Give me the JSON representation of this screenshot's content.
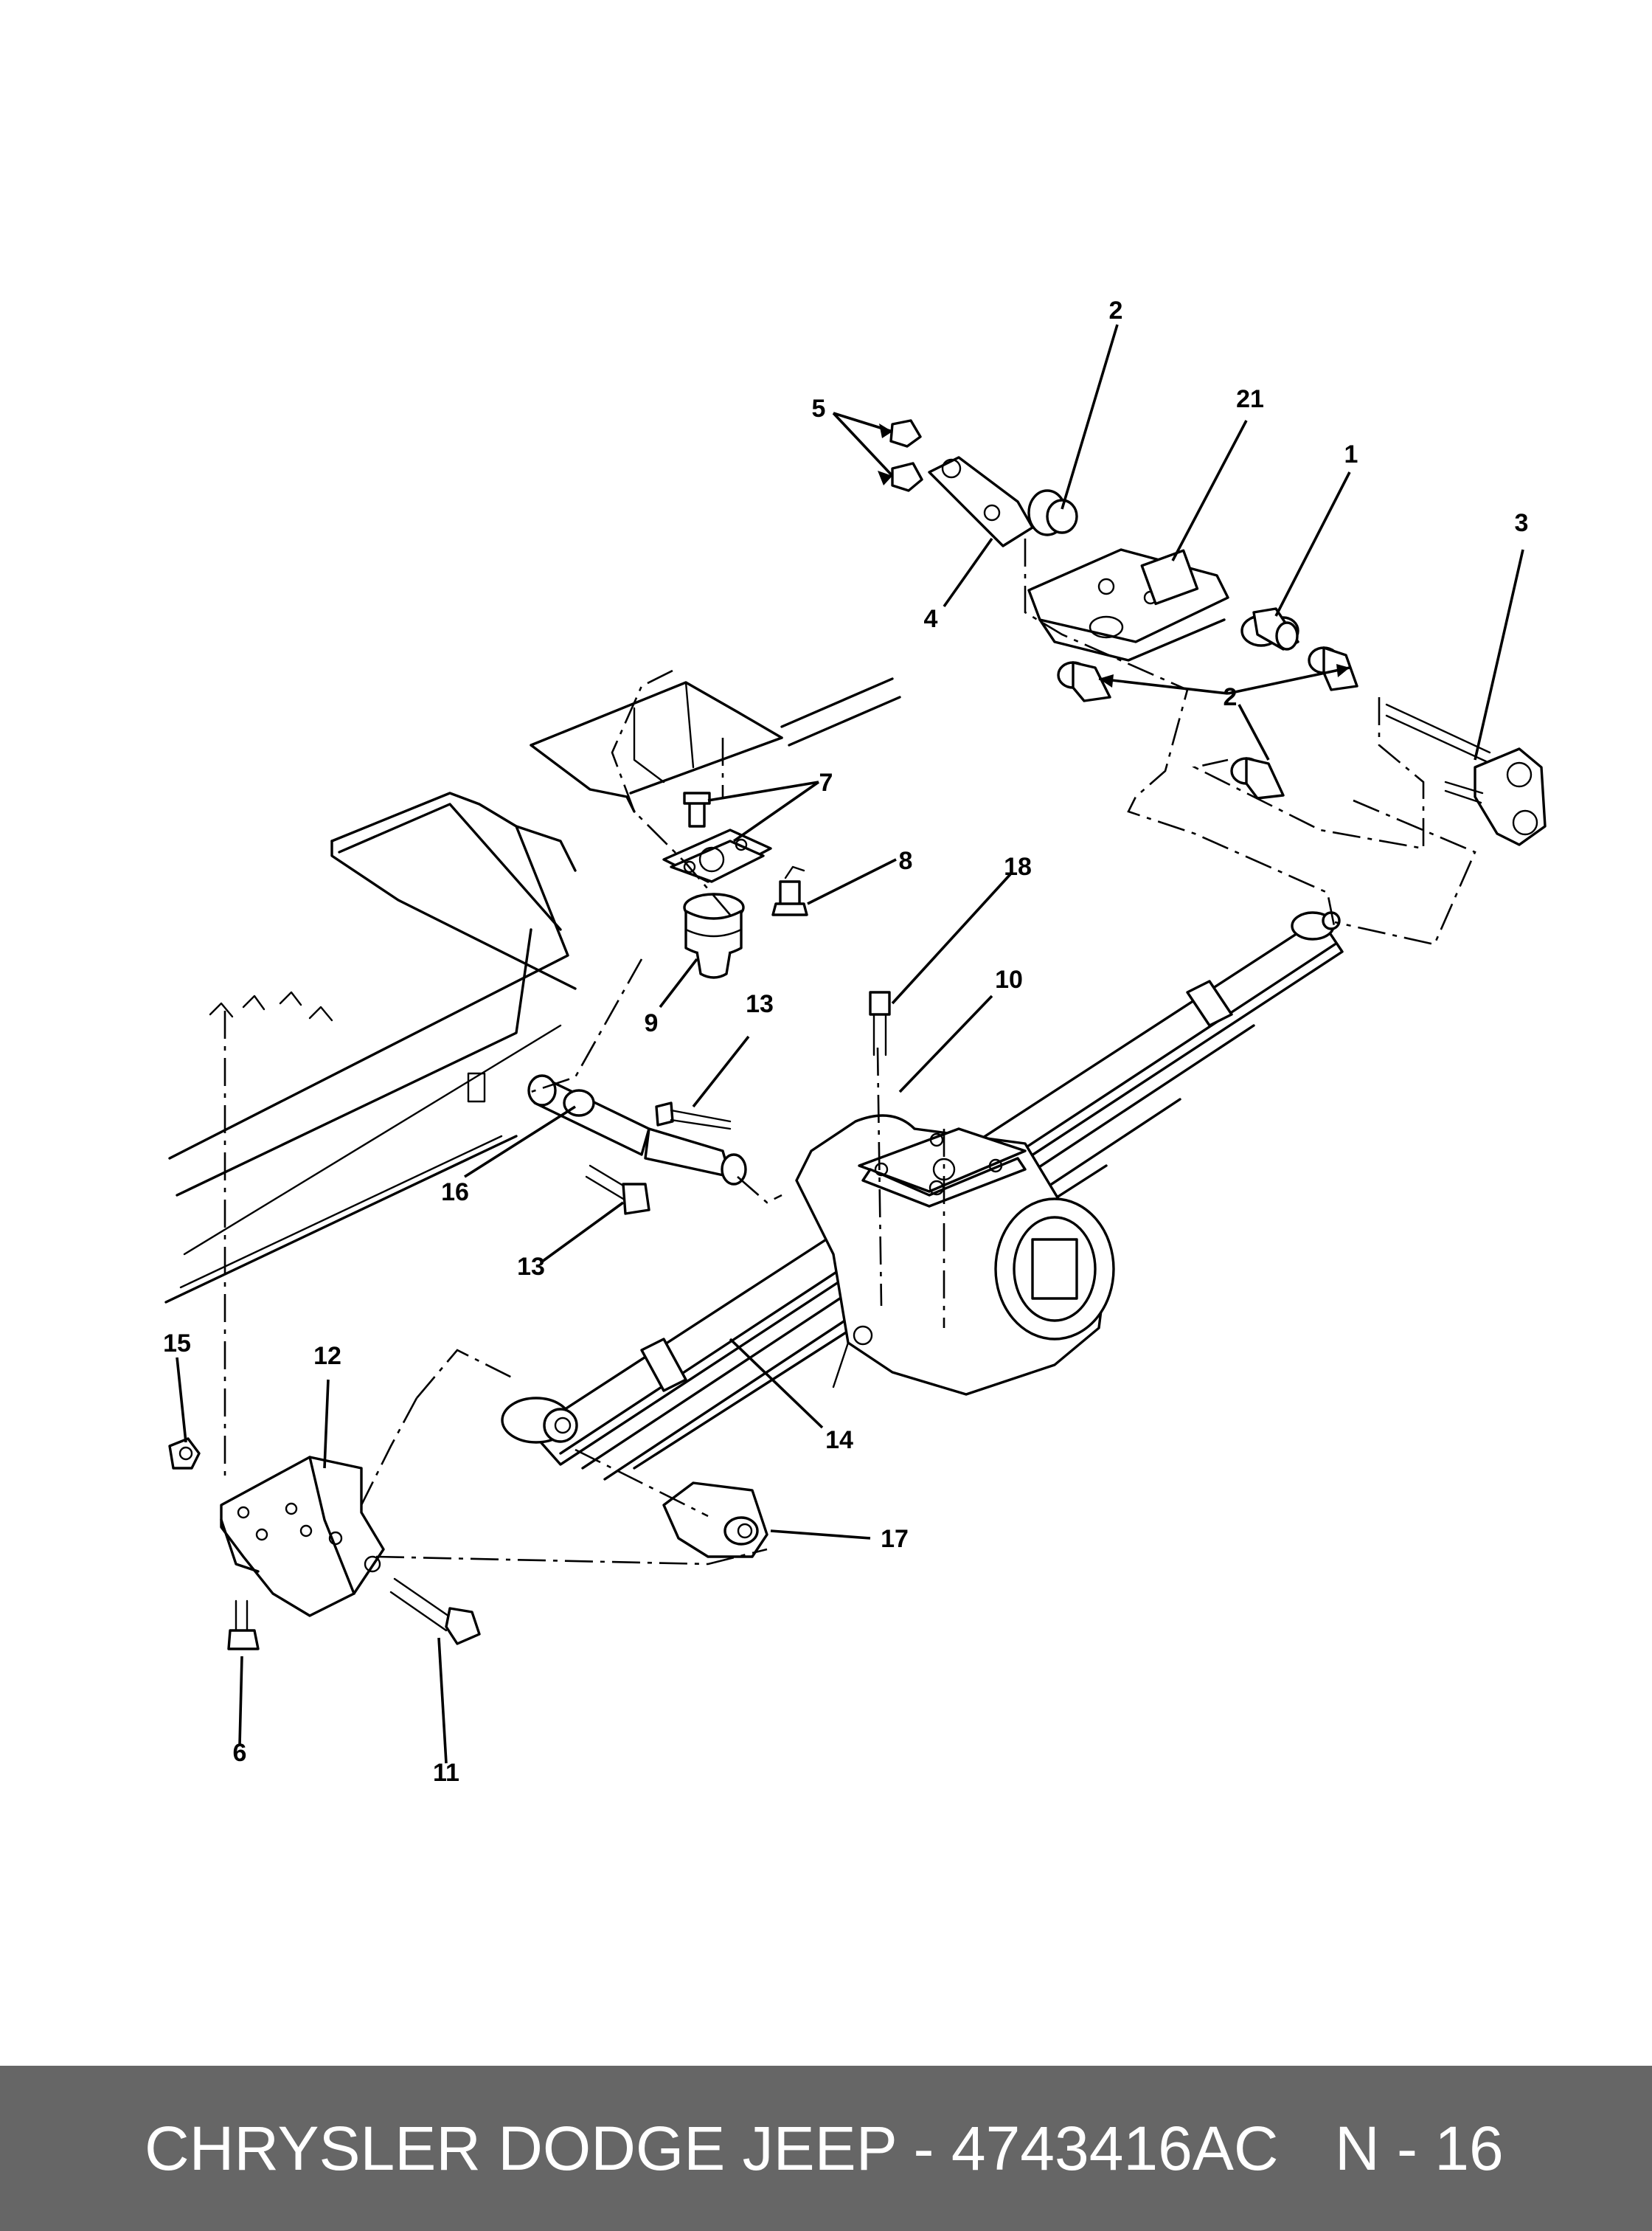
{
  "callouts": {
    "c1": "1",
    "c2a": "2",
    "c2b": "2",
    "c3": "3",
    "c4": "4",
    "c5": "5",
    "c6": "6",
    "c7": "7",
    "c8": "8",
    "c9": "9",
    "c10": "10",
    "c11": "11",
    "c12": "12",
    "c13a": "13",
    "c13b": "13",
    "c14": "14",
    "c15": "15",
    "c16": "16",
    "c17": "17",
    "c18": "18",
    "c21": "21"
  },
  "footer": {
    "part_label": "CHRYSLER DODGE JEEP - 4743416AC",
    "page_label": "N - 16"
  },
  "colors": {
    "footer_bg": "#666666",
    "footer_text": "#ffffff",
    "line": "#000000"
  }
}
